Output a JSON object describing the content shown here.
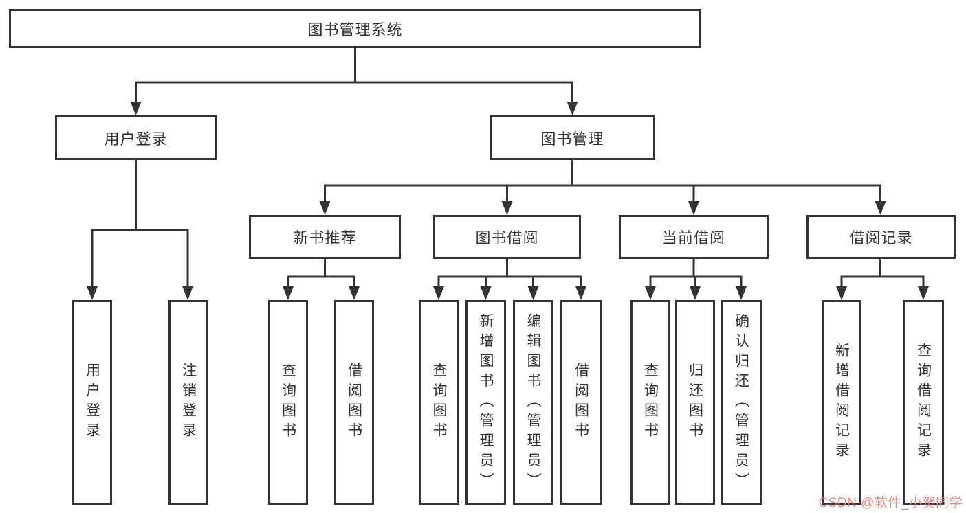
{
  "diagram": {
    "type": "hierarchy-tree",
    "title": "图书管理系统",
    "nodes": {
      "system": {
        "label": "图书管理系统",
        "level": 1
      },
      "userLogin": {
        "label": "用户登录",
        "level": 2
      },
      "bookMgmt": {
        "label": "图书管理",
        "level": 2
      },
      "newBookRec": {
        "label": "新书推荐",
        "level": 3
      },
      "bookBorrow": {
        "label": "图书借阅",
        "level": 3
      },
      "currentBorrow": {
        "label": "当前借阅",
        "level": 3
      },
      "borrowRecord": {
        "label": "借阅记录",
        "level": 3
      },
      "login": {
        "label": "用户登录",
        "level": 4
      },
      "logout": {
        "label": "注销登录",
        "level": 4
      },
      "nbQuery": {
        "label": "查询图书",
        "level": 4
      },
      "nbBorrow": {
        "label": "借阅图书",
        "level": 4
      },
      "bbQuery": {
        "label": "查询图书",
        "level": 4
      },
      "bbAdd": {
        "label": "新增图书（管理员）",
        "level": 4
      },
      "bbEdit": {
        "label": "编辑图书（管理员）",
        "level": 4
      },
      "bbBorrow": {
        "label": "借阅图书",
        "level": 4
      },
      "cbQuery": {
        "label": "查询图书",
        "level": 4
      },
      "cbReturn": {
        "label": "归还图书",
        "level": 4
      },
      "cbConfirm": {
        "label": "确认归还（管理员）",
        "level": 4
      },
      "brAdd": {
        "label": "新增借阅记录",
        "level": 4
      },
      "brQuery": {
        "label": "查询借阅记录",
        "level": 4
      }
    },
    "edges": [
      {
        "from": "system",
        "to": "userLogin"
      },
      {
        "from": "system",
        "to": "bookMgmt"
      },
      {
        "from": "userLogin",
        "to": "login"
      },
      {
        "from": "userLogin",
        "to": "logout"
      },
      {
        "from": "bookMgmt",
        "to": "newBookRec"
      },
      {
        "from": "bookMgmt",
        "to": "bookBorrow"
      },
      {
        "from": "bookMgmt",
        "to": "currentBorrow"
      },
      {
        "from": "bookMgmt",
        "to": "borrowRecord"
      },
      {
        "from": "newBookRec",
        "to": "nbQuery"
      },
      {
        "from": "newBookRec",
        "to": "nbBorrow"
      },
      {
        "from": "bookBorrow",
        "to": "bbQuery"
      },
      {
        "from": "bookBorrow",
        "to": "bbAdd"
      },
      {
        "from": "bookBorrow",
        "to": "bbEdit"
      },
      {
        "from": "bookBorrow",
        "to": "bbBorrow"
      },
      {
        "from": "currentBorrow",
        "to": "cbQuery"
      },
      {
        "from": "currentBorrow",
        "to": "cbReturn"
      },
      {
        "from": "currentBorrow",
        "to": "cbConfirm"
      },
      {
        "from": "borrowRecord",
        "to": "brAdd"
      },
      {
        "from": "borrowRecord",
        "to": "brQuery"
      }
    ]
  },
  "colors": {
    "line": "#333333",
    "text": "#333333",
    "background": "#ffffff",
    "watermark": "#e97b74"
  },
  "watermark": {
    "text": "CSDN @软件_小贺同学"
  }
}
